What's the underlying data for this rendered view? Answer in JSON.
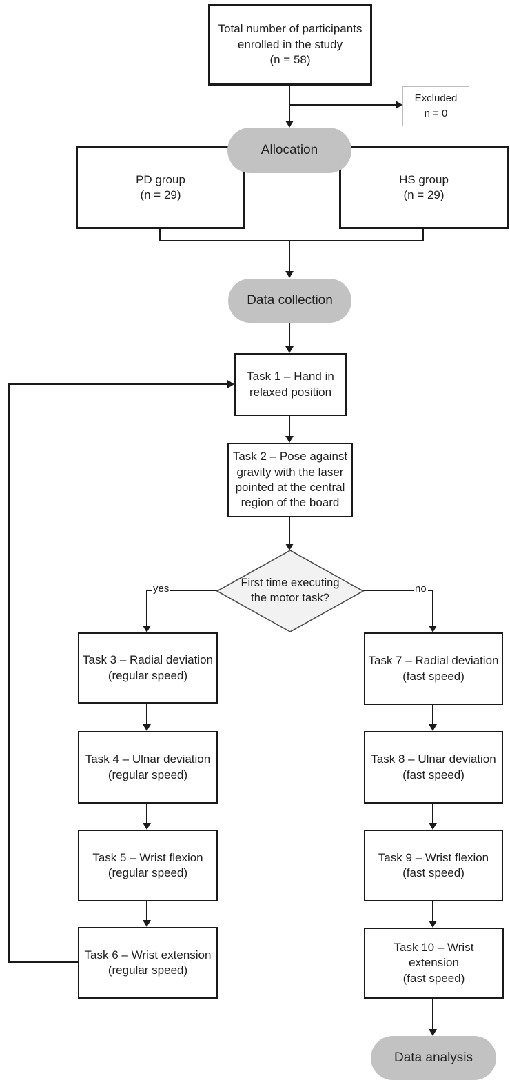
{
  "colors": {
    "background": "#ffffff",
    "box_border": "#1a1a1a",
    "excluded_border": "#bdbdbd",
    "terminator_fill": "#c2c2c2",
    "diamond_fill": "#f2f2f2",
    "diamond_border": "#4d4d4d",
    "line": "#1a1a1a",
    "text": "#1f1f1f"
  },
  "nodes": {
    "enrollment": "Total number of participants\nenrolled in the study\n(n = 58)",
    "excluded": "Excluded\nn = 0",
    "allocation": "Allocation",
    "pd_group": "PD group\n(n = 29)",
    "hs_group": "HS group\n(n = 29)",
    "data_collection": "Data collection",
    "task1": "Task 1 – Hand in\nrelaxed position",
    "task2": "Task 2 – Pose against\ngravity with the laser\npointed at the central\nregion of the board",
    "decision": "First time executing\nthe motor task?",
    "branch_yes": "yes",
    "branch_no": "no",
    "task3": "Task 3 – Radial deviation\n(regular speed)",
    "task4": "Task 4 – Ulnar deviation\n(regular speed)",
    "task5": "Task 5 – Wrist flexion\n(regular speed)",
    "task6": "Task 6 – Wrist extension\n(regular speed)",
    "task7": "Task 7 – Radial deviation\n(fast speed)",
    "task8": "Task 8 – Ulnar deviation\n(fast speed)",
    "task9": "Task 9 – Wrist flexion\n(fast speed)",
    "task10": "Task 10 – Wrist\nextension\n(fast speed)",
    "data_analysis": "Data analysis"
  }
}
